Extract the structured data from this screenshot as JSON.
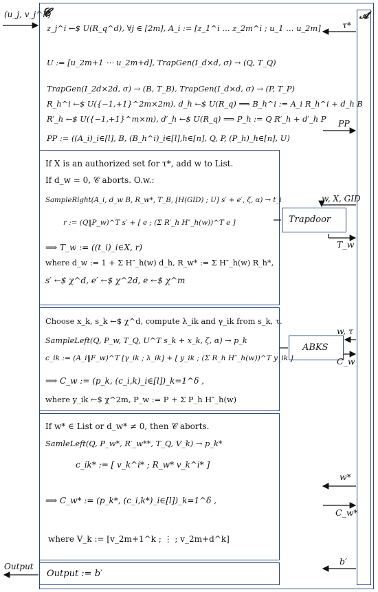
{
  "challenger": {
    "label": "𝓒"
  },
  "adversary": {
    "label": "𝓐"
  },
  "inputs": {
    "left_in": "(u_j, v_j^k)",
    "left_out": "Output"
  },
  "arrows": {
    "tau_star": "τ*",
    "pp": "PP",
    "trapdoor_in": "w, X, GID",
    "trapdoor_out": "T_w",
    "abks_in": "w, τ",
    "abks_out": "C_w",
    "w_star": "w*",
    "c_w_star": "C_w*",
    "b_prime": "b′"
  },
  "setup": {
    "line1": "z_j^i ←$ U(R_q^d), ∀j ∈ [2m], A_i := [z_1^i … z_2m^i ; u_1 … u_2m]",
    "line2": "U := [u_2m+1 ⋯ u_2m+d], TrapGen(I_d×d, σ) → (Q, T_Q)",
    "line3": "TrapGen(I_2d×2d, σ) → (B, T_B), TrapGen(I_d×d, σ) → (P, T_P)",
    "line4": "R_h^i ←$ U({−1,+1}^2m×2m), d_h ←$ U(R_q) ⟹ B_h^i := A_i R_h^i + d_h B",
    "line5": "R′_h ←$ U({−1,+1}^m×m), d′_h ←$ U(R_q) ⟹ P_h := Q R′_h + d′_h P",
    "line6": "PP := ((A_i)_i∈[l], B, (B_h^i)_i∈[l],h∈[n], Q, P, (P_h)_h∈[n], U)"
  },
  "trapdoor": {
    "box_label": "Trapdoor",
    "cond1": "If X is an authorized set for τ*, add w to List.",
    "cond2": "If d_w = 0, 𝒞 aborts. O.w.:",
    "sample_right": "SampleRight(A_i, d_w B, R_w*, T_B, [H(GID) ; U] s′ + e′, ζ, α) → t_i",
    "r_def": "r := (Q‖P_w)^T s′ + [ e ; (Σ R′_h H″_h(w))^T e ]",
    "tw": "⟹ T_w := ((t_i)_i∈X, r)",
    "where1": "where d_w := 1 + Σ H″_h(w) d_h, R_w* := Σ H″_h(w) R_h*,",
    "where2": "s′ ←$ χ^d, e′ ←$ χ^2d, e ←$ χ^m"
  },
  "abks": {
    "box_label": "ABKS",
    "choose": "Choose x_k, s_k ←$ χ^d, compute λ_ik and γ_ik from s_k, τ.",
    "sample_left": "SampleLeft(Q, P_w, T_Q, U^T s_k + x_k, ζ, α) → p_k",
    "c_ik": "c_ik := (A_i‖F_w)^T [γ_ik ; λ_ik] + [ y_ik ; (Σ R_h H″_h(w))^T y_ik ]",
    "cw": "⟹ C_w := (p_k, (c_i,k)_i∈[l])_k=1^δ ,",
    "where": "where y_ik ←$ χ^2m, P_w := P + Σ P_h H″_h(w)"
  },
  "challenge": {
    "cond": "If w* ∈ List or d_w* ≠ 0, then 𝒞 aborts.",
    "samle_left": "SamleLeft(Q, P_w*, R′_w**, T_Q, V_k) → p_k*",
    "c_ik_star": "c_ik* := [ v_k^i* ; R_w* v_k^i* ]",
    "cw_star": "⟹ C_w* := (p_k*, (c_i,k*)_i∈[l])_k=1^δ ,",
    "where": "where V_k := [v_2m+1^k ; ⋮ ; v_2m+d^k]"
  },
  "output": {
    "text": "Output := b′"
  }
}
